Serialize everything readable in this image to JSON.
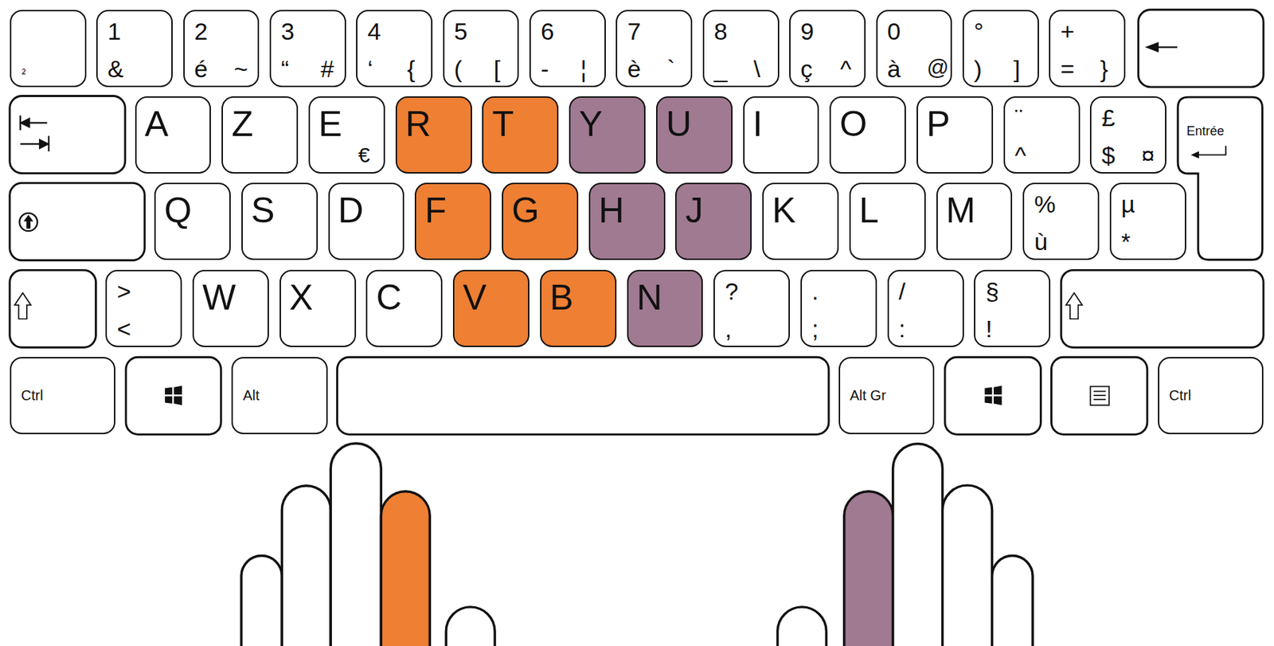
{
  "diagram": {
    "nodes": [
      {
        "text": [
          "²"
        ]
      },
      {
        "text": [
          "1",
          "&"
        ]
      },
      {
        "text": [
          "2",
          "é",
          "~"
        ]
      },
      {
        "text": [
          "3",
          "“",
          "#"
        ]
      },
      {
        "text": [
          "4",
          "‘",
          "{"
        ]
      },
      {
        "text": [
          "5",
          "(",
          "["
        ]
      },
      {
        "text": [
          "6",
          "-",
          "¦"
        ]
      },
      {
        "text": [
          "7",
          "è",
          "`"
        ]
      },
      {
        "text": [
          "8",
          "_",
          "\\"
        ]
      },
      {
        "text": [
          "9",
          "ç",
          "^"
        ]
      },
      {
        "text": [
          "0",
          "à",
          "@"
        ]
      },
      {
        "text": [
          "°",
          ")",
          "]"
        ]
      },
      {
        "text": [
          "+",
          "=",
          "}"
        ]
      },
      {
        "text": [
          "A"
        ]
      },
      {
        "text": [
          "Z"
        ]
      },
      {
        "text": [
          "E",
          "€"
        ]
      },
      {
        "text": [
          "R"
        ]
      },
      {
        "text": [
          "T"
        ]
      },
      {
        "text": [
          "Y"
        ]
      },
      {
        "text": [
          "U"
        ]
      },
      {
        "text": [
          "I"
        ]
      },
      {
        "text": [
          "O"
        ]
      },
      {
        "text": [
          "P"
        ]
      },
      {
        "text": [
          "¨",
          "^"
        ]
      },
      {
        "text": [
          "£",
          "$",
          "¤"
        ]
      },
      {
        "text": [
          "Entrée"
        ]
      },
      {
        "text": [
          "Q"
        ]
      },
      {
        "text": [
          "S"
        ]
      },
      {
        "text": [
          "D"
        ]
      },
      {
        "text": [
          "F"
        ]
      },
      {
        "text": [
          "G"
        ]
      },
      {
        "text": [
          "H"
        ]
      },
      {
        "text": [
          "J"
        ]
      },
      {
        "text": [
          "K"
        ]
      },
      {
        "text": [
          "L"
        ]
      },
      {
        "text": [
          "M"
        ]
      },
      {
        "text": [
          "%",
          "ù"
        ]
      },
      {
        "text": [
          "µ",
          "*"
        ]
      },
      {
        "text": [
          ">",
          "<"
        ]
      },
      {
        "text": [
          "W"
        ]
      },
      {
        "text": [
          "X"
        ]
      },
      {
        "text": [
          "C"
        ]
      },
      {
        "text": [
          "V"
        ]
      },
      {
        "text": [
          "B"
        ]
      },
      {
        "text": [
          "N"
        ]
      },
      {
        "text": [
          "?",
          ","
        ]
      },
      {
        "text": [
          ".",
          ";"
        ]
      },
      {
        "text": [
          "/",
          ":"
        ]
      },
      {
        "text": [
          "§",
          "!"
        ]
      },
      {
        "text": [
          "Ctrl"
        ]
      },
      {
        "text": [
          "Alt"
        ]
      },
      {
        "text": [
          "Alt Gr"
        ]
      },
      {
        "text": [
          "Ctrl"
        ]
      }
    ]
  }
}
